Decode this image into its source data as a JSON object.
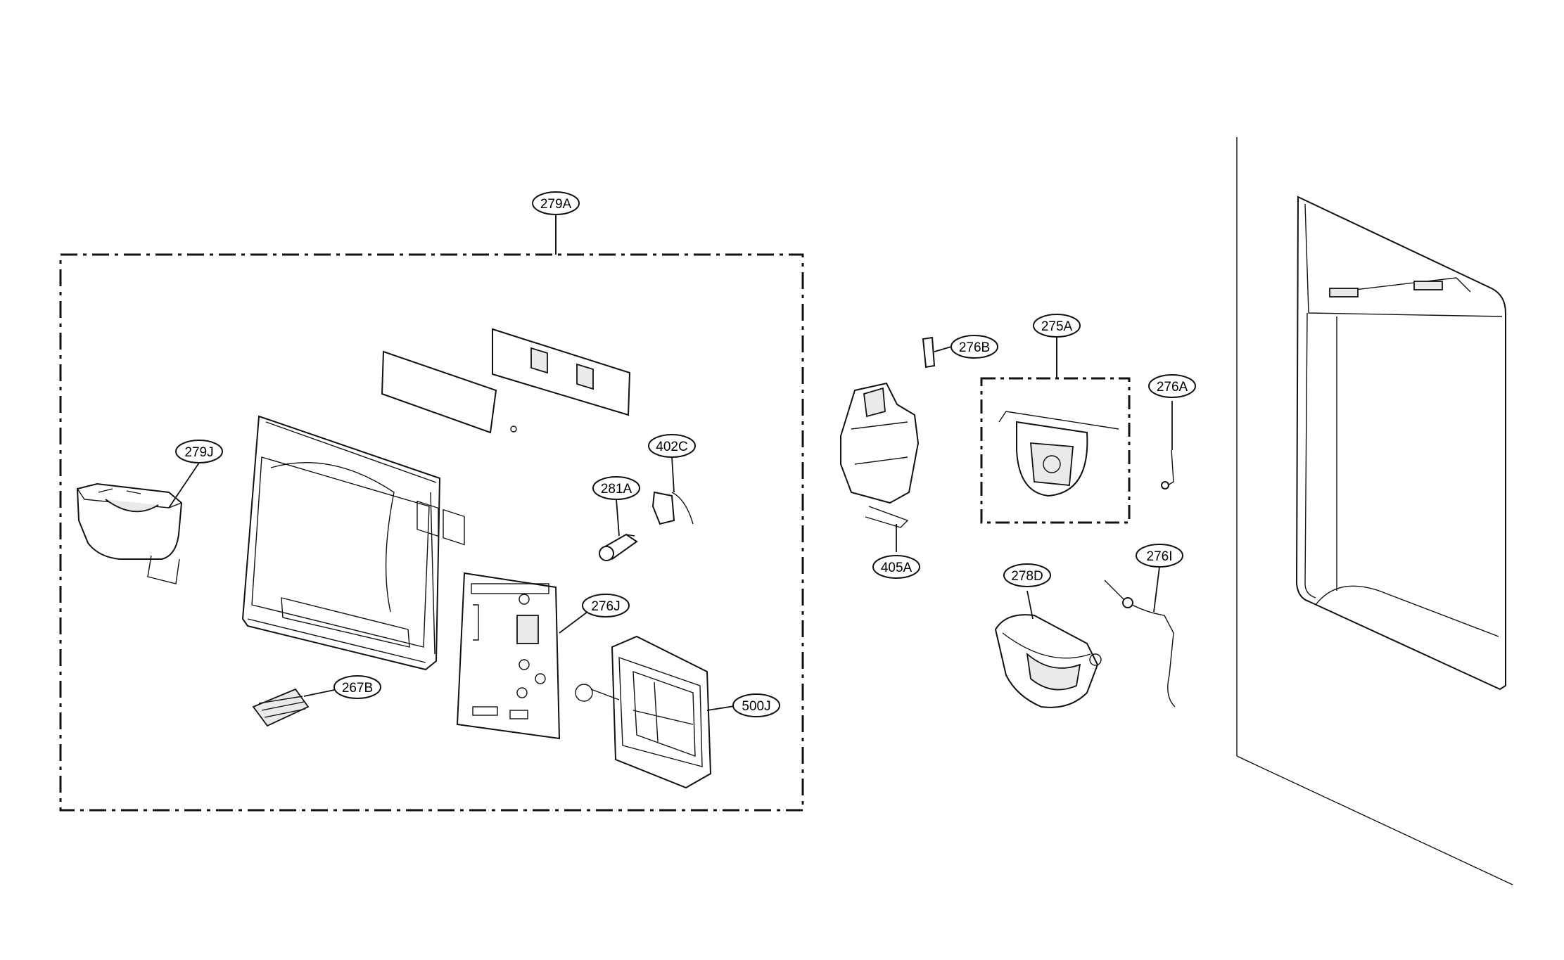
{
  "diagram": {
    "callouts": [
      {
        "id": "279A",
        "label": "279A"
      },
      {
        "id": "279J",
        "label": "279J"
      },
      {
        "id": "402C",
        "label": "402C"
      },
      {
        "id": "281A",
        "label": "281A"
      },
      {
        "id": "276J",
        "label": "276J"
      },
      {
        "id": "267B",
        "label": "267B"
      },
      {
        "id": "500J",
        "label": "500J"
      },
      {
        "id": "276B",
        "label": "276B"
      },
      {
        "id": "275A",
        "label": "275A"
      },
      {
        "id": "276A",
        "label": "276A"
      },
      {
        "id": "405A",
        "label": "405A"
      },
      {
        "id": "278D",
        "label": "278D"
      },
      {
        "id": "276I",
        "label": "276I"
      }
    ]
  }
}
